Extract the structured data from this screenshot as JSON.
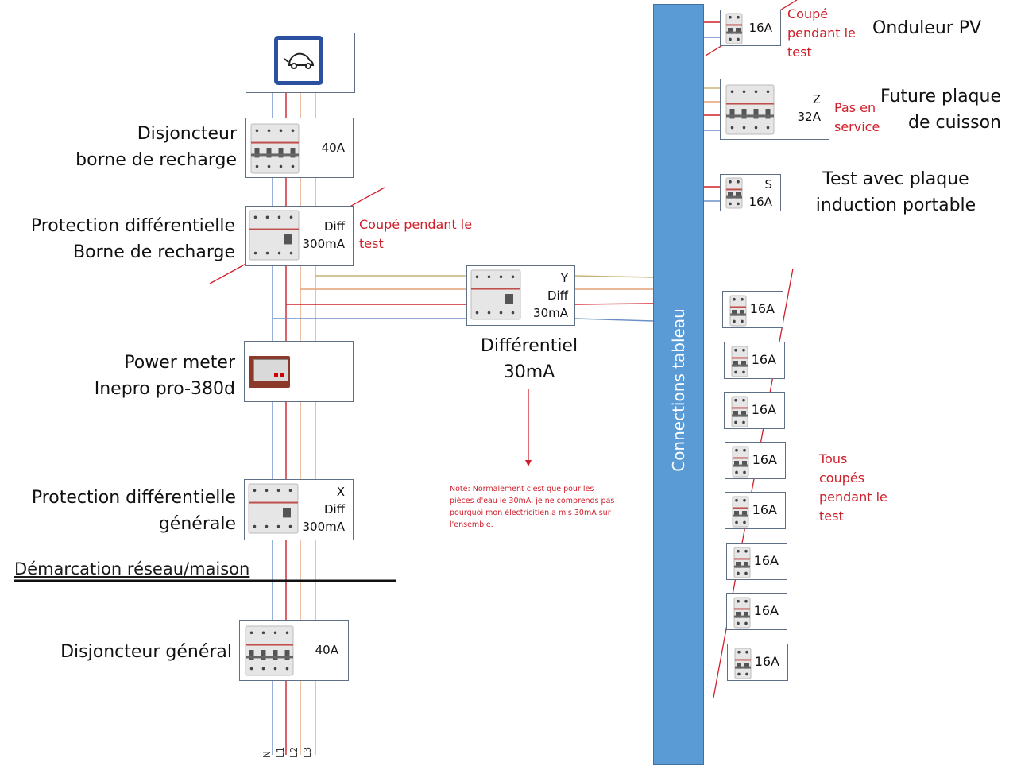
{
  "diagram": {
    "left_column": {
      "ev_charger": {
        "icon": "ev-charging-icon"
      },
      "breaker_ev": {
        "label_line1": "Disjoncteur",
        "label_line2": "borne de recharge",
        "rating": "40A"
      },
      "rcd_ev": {
        "label_line1": "Protection différentielle",
        "label_line2": "Borne de recharge",
        "rating_line1": "Diff",
        "rating_line2": "300mA",
        "note": "Coupé pendant le test"
      },
      "power_meter": {
        "label_line1": "Power meter",
        "label_line2": "Inepro pro-380d"
      },
      "rcd_general": {
        "label_line1": "Protection différentielle",
        "label_line2": "générale",
        "rating_line0": "X",
        "rating_line1": "Diff",
        "rating_line2": "300mA"
      },
      "demarcation": "Démarcation réseau/maison",
      "main_breaker": {
        "label": "Disjoncteur général",
        "rating": "40A"
      },
      "phases": [
        "N",
        "L1",
        "L2",
        "L3"
      ]
    },
    "center": {
      "rcd_y": {
        "rating_line0": "Y",
        "rating_line1": "Diff",
        "rating_line2": "30mA",
        "caption_line1": "Différentiel",
        "caption_line2": "30mA"
      },
      "note": "Note: Normalement c'est que pour les pièces d'eau le 30mA, je ne comprends pas pourquoi mon électricitien a mis 30mA sur l'ensemble."
    },
    "bus": {
      "label": "Connections tableau"
    },
    "right_column": {
      "pv": {
        "rating": "16A",
        "note": "Coupé pendant le test",
        "label": "Onduleur PV"
      },
      "cooktop": {
        "rating_line1": "Z",
        "rating_line2": "32A",
        "note": "Pas en service",
        "label_line1": "Future plaque",
        "label_line2": "de cuisson"
      },
      "test": {
        "rating_line1": "S",
        "rating_line2": "16A",
        "label_line1": "Test avec plaque",
        "label_line2": "induction portable"
      },
      "circuits": [
        "16A",
        "16A",
        "16A",
        "16A",
        "16A",
        "16A",
        "16A",
        "16A"
      ],
      "circuits_note": "Tous coupés pendant le test"
    },
    "wire_colors": {
      "N": "#6a8fc8",
      "L1": "#d0202b",
      "L2": "#e3a27a",
      "L3": "#c7b27a",
      "cut_line": "#d0202b"
    }
  }
}
